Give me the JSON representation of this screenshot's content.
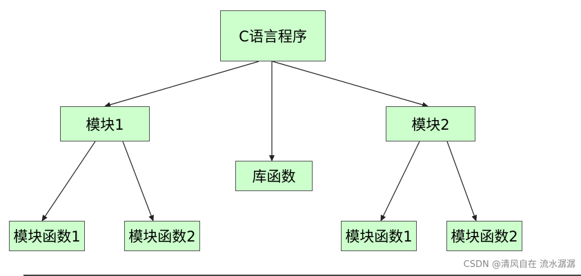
{
  "diagram": {
    "nodes": {
      "root": "C语言程序",
      "module1": "模块1",
      "module2": "模块2",
      "library": "库函数",
      "module1_func1": "模块函数1",
      "module1_func2": "模块函数2",
      "module2_func1": "模块函数1",
      "module2_func2": "模块函数2"
    },
    "edges": [
      [
        "root",
        "module1"
      ],
      [
        "root",
        "library"
      ],
      [
        "root",
        "module2"
      ],
      [
        "module1",
        "module1_func1"
      ],
      [
        "module1",
        "module1_func2"
      ],
      [
        "module2",
        "module2_func1"
      ],
      [
        "module2",
        "module2_func2"
      ]
    ],
    "colors": {
      "node_fill": "#ccffcc",
      "node_border": "#555555",
      "edge": "#222222"
    }
  },
  "watermark": "CSDN @清风自在 流水潺潺"
}
